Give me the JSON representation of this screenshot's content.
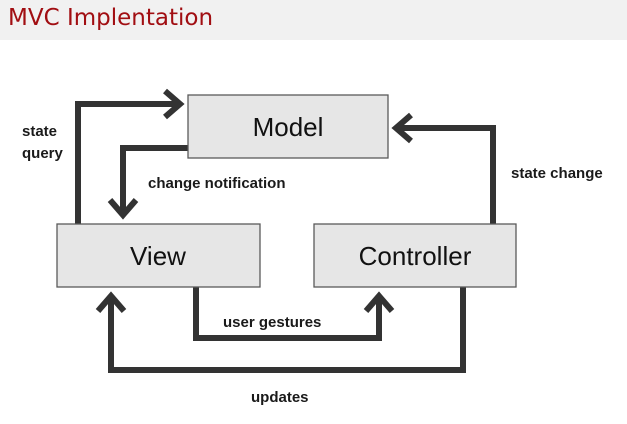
{
  "header": {
    "title": "MVC Implentation"
  },
  "diagram": {
    "nodes": [
      {
        "id": "model",
        "label": "Model"
      },
      {
        "id": "view",
        "label": "View"
      },
      {
        "id": "controller",
        "label": "Controller"
      }
    ],
    "edges": [
      {
        "id": "state-query",
        "from": "view",
        "to": "model",
        "label_lines": [
          "state",
          "query"
        ]
      },
      {
        "id": "change-notification",
        "from": "model",
        "to": "view",
        "label": "change notification"
      },
      {
        "id": "state-change",
        "from": "controller",
        "to": "model",
        "label": "state change"
      },
      {
        "id": "user-gestures",
        "from": "view",
        "to": "controller",
        "label": "user gestures"
      },
      {
        "id": "updates",
        "from": "controller",
        "to": "view",
        "label": "updates"
      }
    ],
    "colors": {
      "title_text": "#a10e12",
      "title_bar": "#f1f1f1",
      "box_fill": "#e6e6e6",
      "box_stroke": "#5a5a5a",
      "arrow": "#333333"
    }
  }
}
